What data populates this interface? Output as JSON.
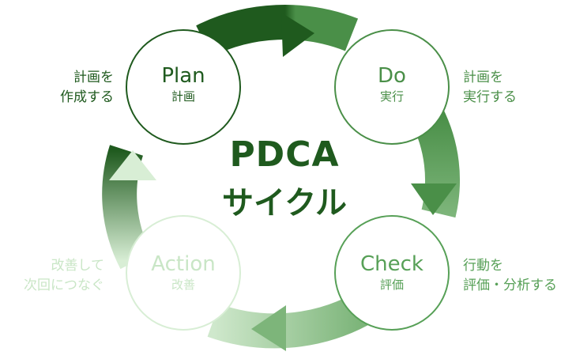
{
  "diagram": {
    "title_line1": "PDCA",
    "title_line2": "サイクル"
  },
  "stages": [
    {
      "id": "plan",
      "name": "Plan",
      "sub": "計画",
      "note": [
        "計画を",
        "作成する"
      ],
      "color": "#1f5a1e"
    },
    {
      "id": "do",
      "name": "Do",
      "sub": "実行",
      "note": [
        "計画を",
        "実行する"
      ],
      "color": "#4a8f48"
    },
    {
      "id": "check",
      "name": "Check",
      "sub": "評価",
      "note": [
        "行動を",
        "評価・分析する"
      ],
      "color": "#57a057"
    },
    {
      "id": "action",
      "name": "Action",
      "sub": "改善",
      "note": [
        "改善して",
        "次回につなぐ"
      ],
      "color": "#c9e6c6"
    }
  ],
  "arrow_colors": {
    "plan_to_do": "#1f5a1e",
    "do_to_check": "#5b9a57",
    "check_to_action": "#86b783",
    "action_to_plan": "#d8eed5"
  }
}
